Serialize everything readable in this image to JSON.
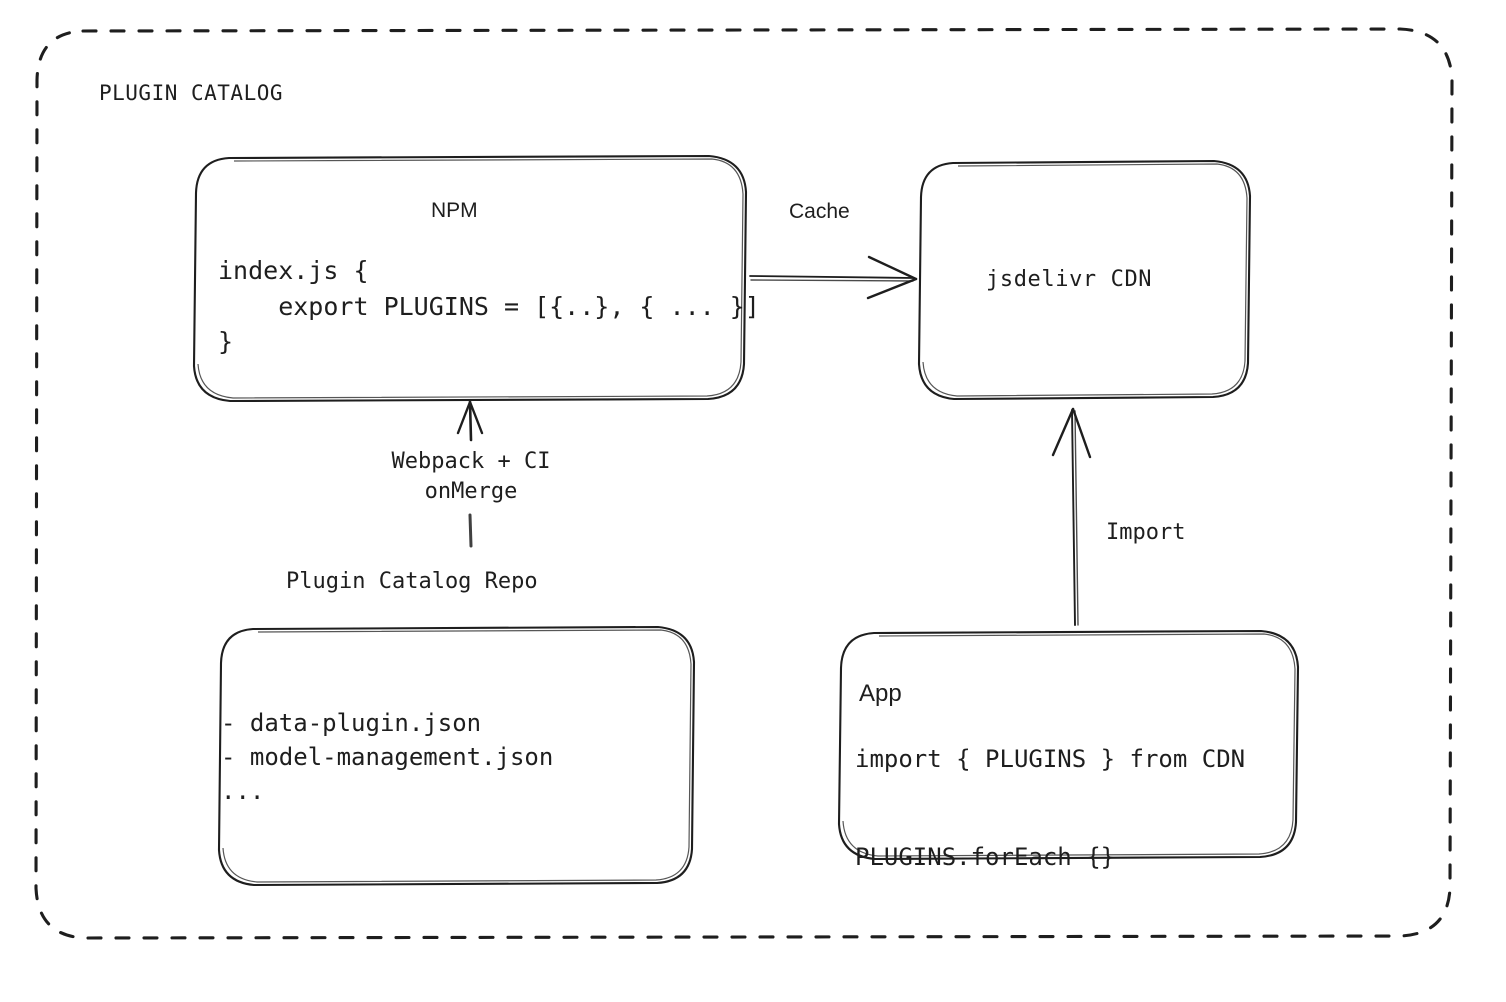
{
  "diagram": {
    "frame": {
      "title": "PLUGIN CATALOG",
      "border_style": "dashed",
      "stroke_color": "#1e1e1e",
      "background": "#ffffff"
    },
    "nodes": {
      "npm": {
        "title": "NPM",
        "code": "index.js {\n    export PLUGINS = [{..}, { ... }]\n}"
      },
      "cdn": {
        "title": "jsdelivr CDN"
      },
      "repo": {
        "caption": "Plugin Catalog Repo",
        "files": "- data-plugin.json\n- model-management.json\n..."
      },
      "app": {
        "title": "App",
        "code": "import { PLUGINS } from CDN\n\nPLUGINS.forEach {}"
      }
    },
    "edges": {
      "cache": {
        "label": "Cache",
        "from": "npm",
        "to": "cdn",
        "direction": "right"
      },
      "build": {
        "label": "Webpack + CI\nonMerge",
        "from": "repo",
        "to": "npm",
        "direction": "up"
      },
      "import": {
        "label": "Import",
        "from": "app",
        "to": "cdn",
        "direction": "up"
      }
    }
  }
}
